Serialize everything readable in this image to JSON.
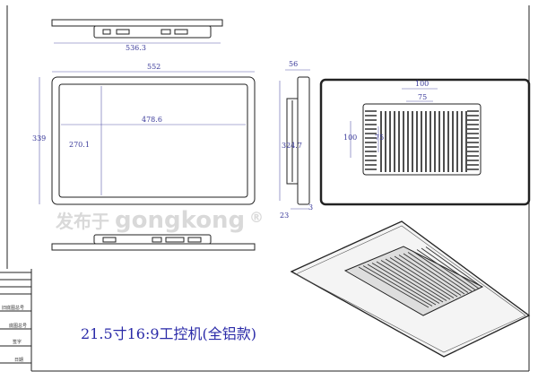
{
  "title": "21.5寸16:9工控机(全铝款)",
  "dimensions": {
    "top_width": "536.3",
    "overall_width": "552",
    "overall_height": "339",
    "screen_width": "478.6",
    "screen_height": "270.1",
    "side_depth": "56",
    "side_height": "324.7",
    "side_bottom_a": "23",
    "side_bottom_b": "3",
    "vesa_outer_h": "100",
    "vesa_inner_h": "75",
    "vesa_outer_v": "100",
    "vesa_inner_v": "75"
  },
  "title_block": [
    "旧底图总号",
    "底图总号",
    "签字",
    "日期"
  ],
  "watermark": {
    "line1": "发布于",
    "line2": "gongkong",
    "mark": "®"
  }
}
